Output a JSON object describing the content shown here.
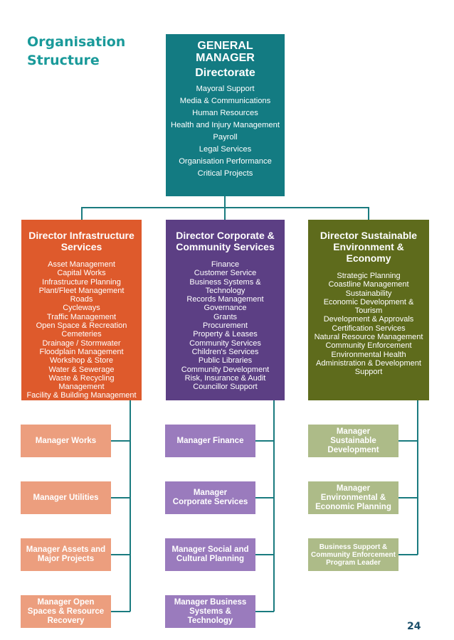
{
  "page_title": [
    "Organisation",
    "Structure"
  ],
  "general_manager": {
    "title_lines": [
      "GENERAL",
      "MANAGER"
    ],
    "subtitle": "Directorate",
    "items": [
      "Mayoral Support",
      "Media & Communications",
      "Human Resources",
      "Health and Injury Management",
      "Payroll",
      "Legal Services",
      "Organisation Performance",
      "Critical Projects"
    ]
  },
  "directors": [
    {
      "title_lines": [
        "Director Infrastructure",
        "Services"
      ],
      "items": [
        "Asset Management",
        "Capital Works",
        "Infrastructure Planning",
        "Plant/Fleet Management",
        "Roads",
        "Cycleways",
        "Traffic Management",
        "Open Space & Recreation",
        "Cemeteries",
        "Drainage / Stormwater",
        "Floodplain Management",
        "Workshop & Store",
        "Water & Sewerage",
        "Waste & Recycling",
        "Management",
        "Facility & Building Management"
      ]
    },
    {
      "title_lines": [
        "Director Corporate &",
        "Community Services"
      ],
      "items": [
        "Finance",
        "Customer Service",
        "Business Systems &",
        "Technology",
        "Records Management",
        "Governance",
        "Grants",
        "Procurement",
        "Property & Leases",
        "Community Services",
        "Children's Services",
        "Public Libraries",
        "Community Development",
        "Risk, Insurance & Audit",
        "Councillor Support"
      ]
    },
    {
      "title_lines": [
        "Director Sustainable",
        "Environment &",
        "Economy"
      ],
      "items": [
        "Strategic Planning",
        "Coastline Management",
        "Sustainability",
        "Economic Development &",
        "Tourism",
        "Development & Approvals",
        "Certification Services",
        "Natural Resource Management",
        "Community Enforcement",
        "Environmental Health",
        "Administration & Development",
        "Support"
      ]
    }
  ],
  "managers": {
    "infrastructure": [
      [
        "Manager Works"
      ],
      [
        "Manager Utilities"
      ],
      [
        "Manager Assets and",
        "Major Projects"
      ],
      [
        "Manager Open",
        "Spaces & Resource",
        "Recovery"
      ]
    ],
    "corporate": [
      [
        "Manager Finance"
      ],
      [
        "Manager",
        "Corporate Services"
      ],
      [
        "Manager Social and",
        "Cultural Planning"
      ],
      [
        "Manager Business",
        "Systems &",
        "Technology"
      ]
    ],
    "sustainable": [
      [
        "Manager",
        "Sustainable",
        "Development"
      ],
      [
        "Manager",
        "Environmental &",
        "Economic Planning"
      ],
      [
        "Business Support &",
        "Community Enforcement",
        "Program Leader"
      ]
    ]
  },
  "page_number": "24",
  "colors": {
    "title": "#1a9a9a",
    "general_manager": "#137b82",
    "infrastructure": "#de5a2c",
    "corporate": "#5c3f84",
    "sustainable": "#5e6b1c",
    "manager_infrastructure": "#ec9e7e",
    "manager_corporate": "#9a7bbd",
    "manager_sustainable": "#adbb88",
    "connector": "#1a7b7f"
  }
}
